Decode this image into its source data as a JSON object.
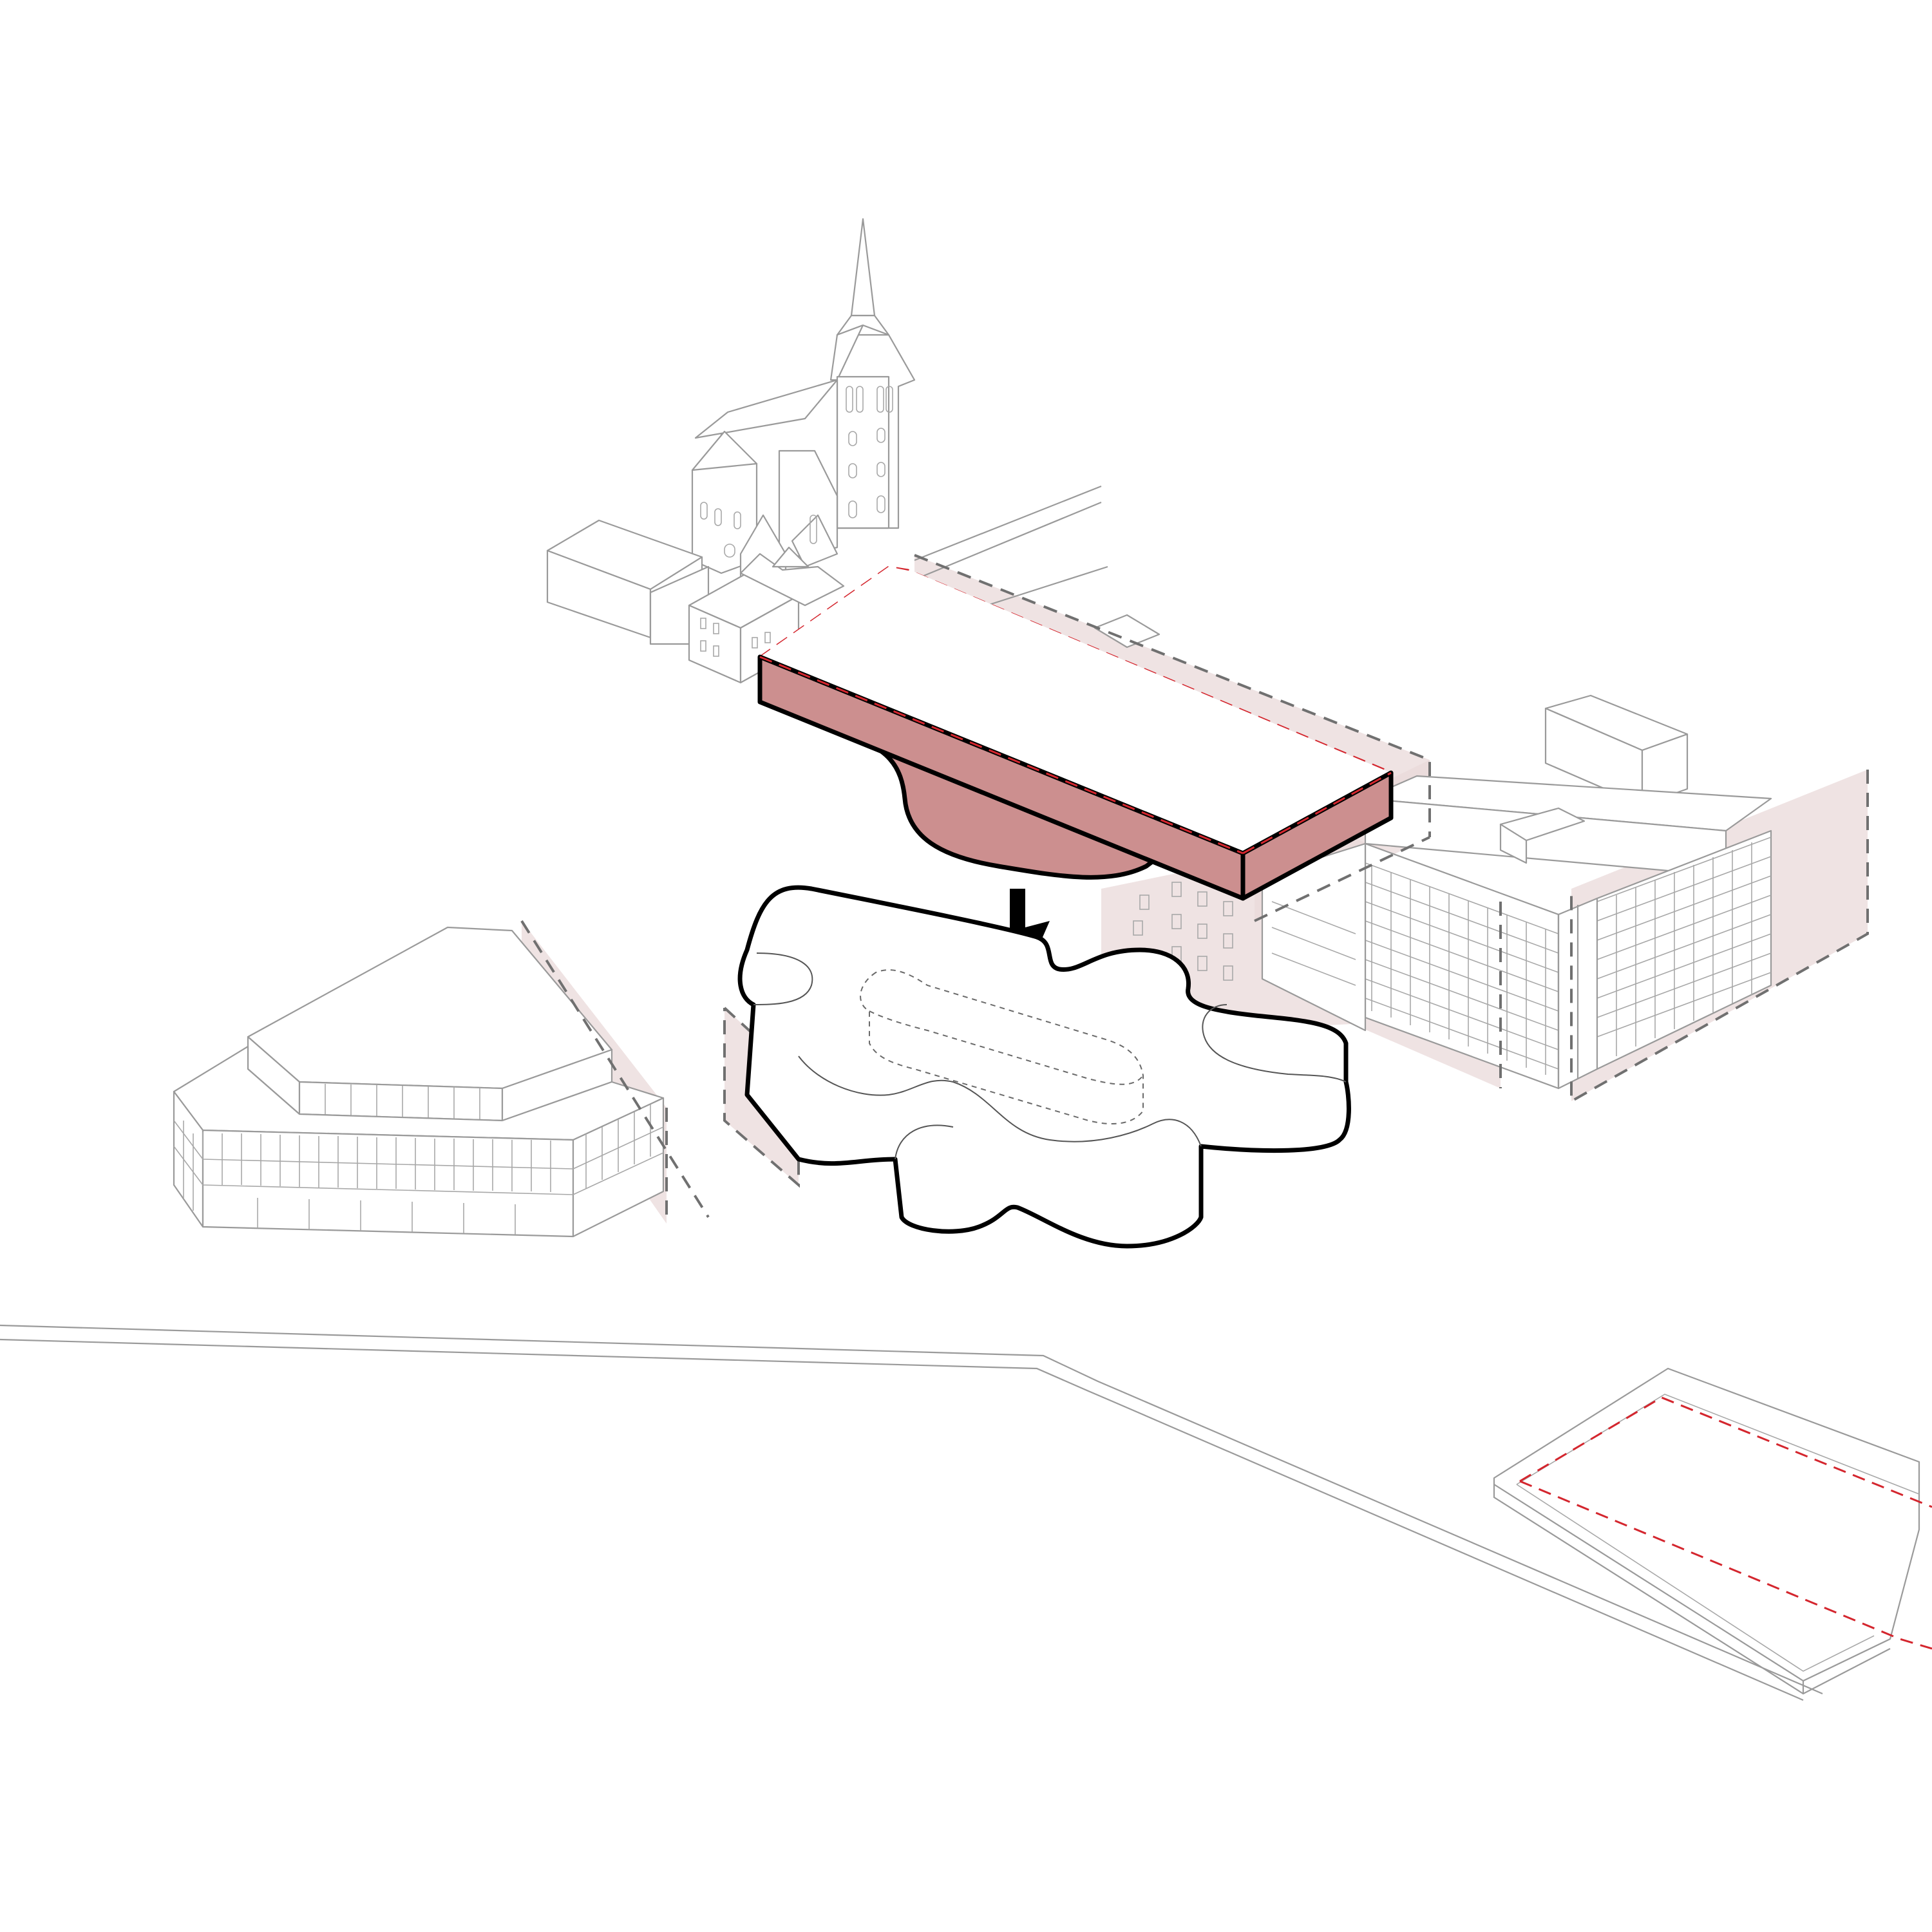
{
  "diagram": {
    "kind": "isometric urban massing diagram",
    "text_labels": [],
    "colors": {
      "background": "#ffffff",
      "context_line": "#9a9a9a",
      "highlight_fill": "#cc8f8f",
      "ghost_plane": "#ead9d9",
      "ghost_edge": "#707070",
      "site_boundary": "#d4262e",
      "primary_outline": "#000000"
    },
    "icons": [
      "down-arrow-icon"
    ],
    "elements": [
      "church-with-spire",
      "row-houses",
      "raised-rectangular-slab",
      "organic-platform",
      "octagonal-building",
      "office-block",
      "site-plot",
      "road-edge"
    ]
  }
}
